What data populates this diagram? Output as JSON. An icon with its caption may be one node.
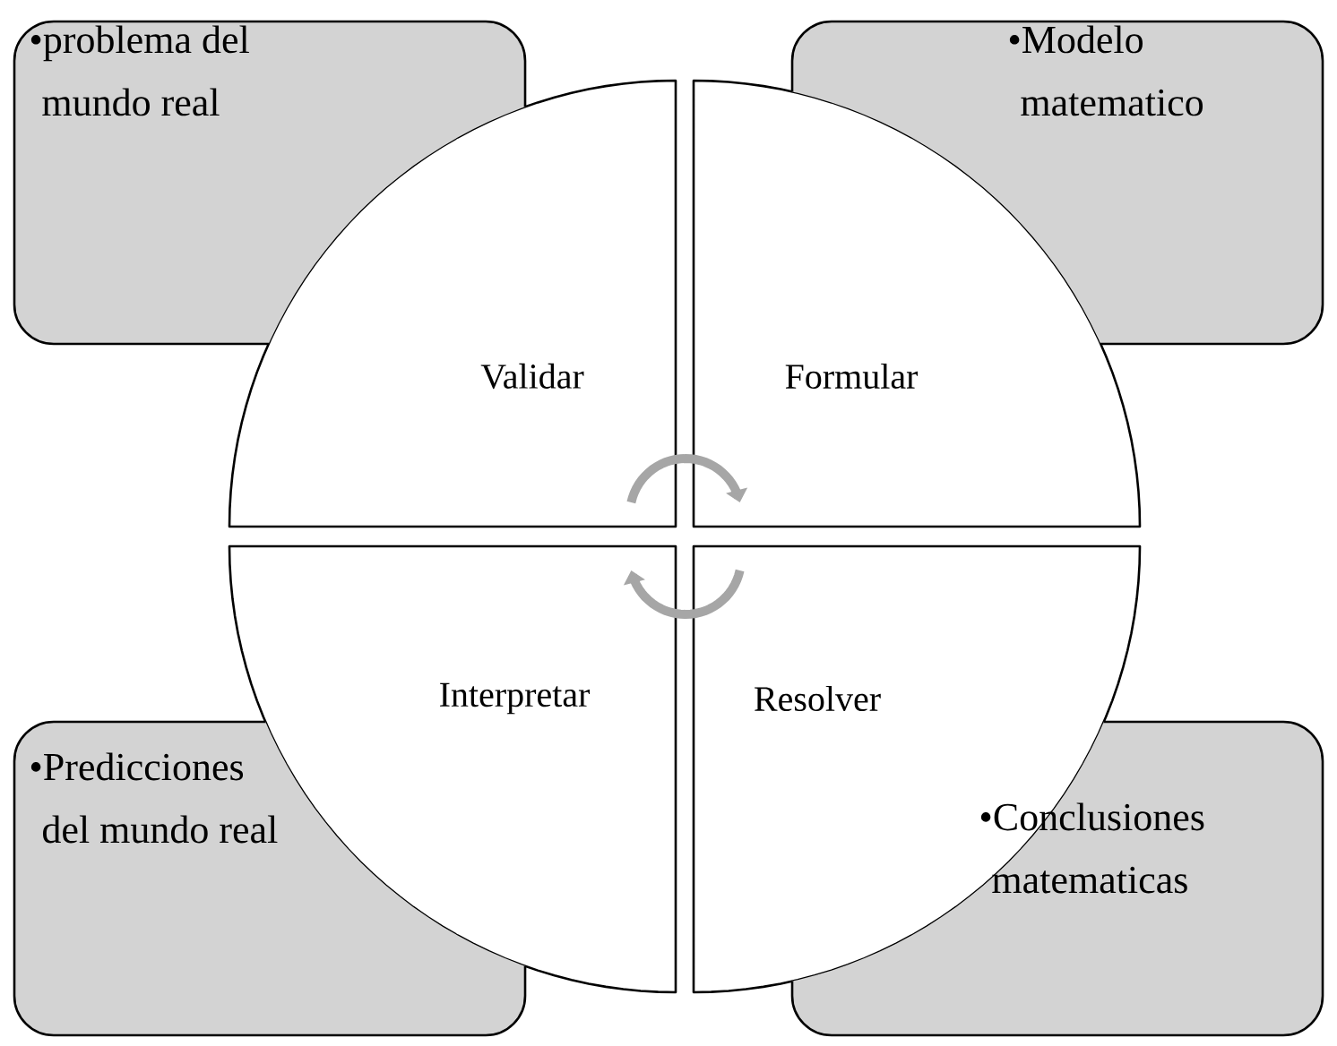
{
  "diagram": {
    "nodes": [
      {
        "text": [
          "•problema del mundo real"
        ]
      },
      {
        "text": [
          "•Modelo matematico"
        ]
      },
      {
        "text": [
          "Validar"
        ]
      },
      {
        "text": [
          "Formular"
        ]
      },
      {
        "text": [
          "Interpretar"
        ]
      },
      {
        "text": [
          "Resolver"
        ]
      },
      {
        "text": [
          "•Predicciones del mundo real"
        ]
      },
      {
        "text": [
          "•Conclusiones matematicas"
        ]
      }
    ],
    "edges": [
      {
        "from": 2,
        "to": 3,
        "arrow": "to"
      },
      {
        "from": 5,
        "to": 4,
        "arrow": "to"
      }
    ]
  }
}
